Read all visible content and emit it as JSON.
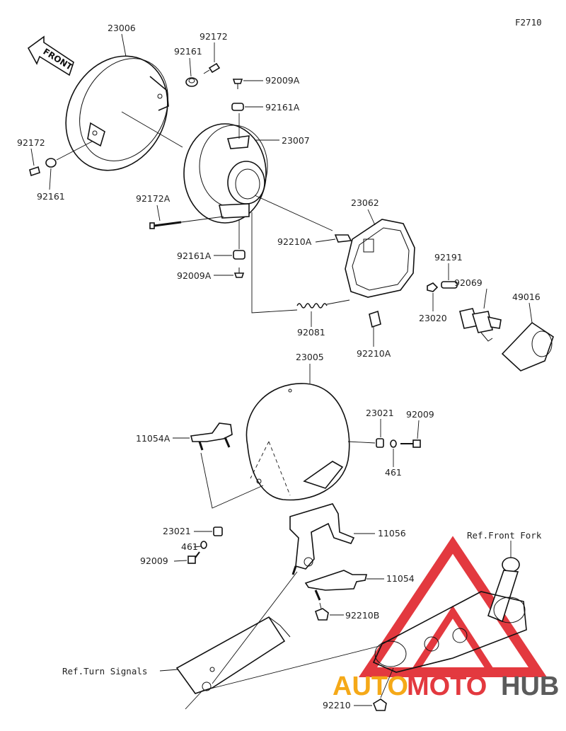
{
  "figure_code": "F2710",
  "front_arrow_label": "FRONT",
  "watermark": {
    "brand_part1": "AUTO",
    "brand_part2": "MOTO",
    "brand_part3": "HUB",
    "color_red": "#e0242b",
    "color_orange": "#f5a000",
    "color_gray": "#4a4a4a"
  },
  "callouts": {
    "c23006": "23006",
    "c92172_top": "92172",
    "c92161_top": "92161",
    "c92009A_top": "92009A",
    "c92161A_top": "92161A",
    "c23007": "23007",
    "c92172_left": "92172",
    "c92161_left": "92161",
    "c92172A": "92172A",
    "c92161A_bot": "92161A",
    "c92009A_bot": "92009A",
    "c23062": "23062",
    "c92210A_top": "92210A",
    "c92191": "92191",
    "c92069": "92069",
    "c49016": "49016",
    "c23020": "23020",
    "c92081": "92081",
    "c92210A_bot": "92210A",
    "c23005": "23005",
    "c23021_right": "23021",
    "c92009_right": "92009",
    "c461_right": "461",
    "c11054A": "11054A",
    "c23021_left": "23021",
    "c461_left": "461",
    "c92009_left": "92009",
    "c11056": "11056",
    "c11054": "11054",
    "c92210B": "92210B",
    "c92210": "92210",
    "ref_front_fork": "Ref.Front Fork",
    "ref_turn_signals": "Ref.Turn Signals"
  }
}
